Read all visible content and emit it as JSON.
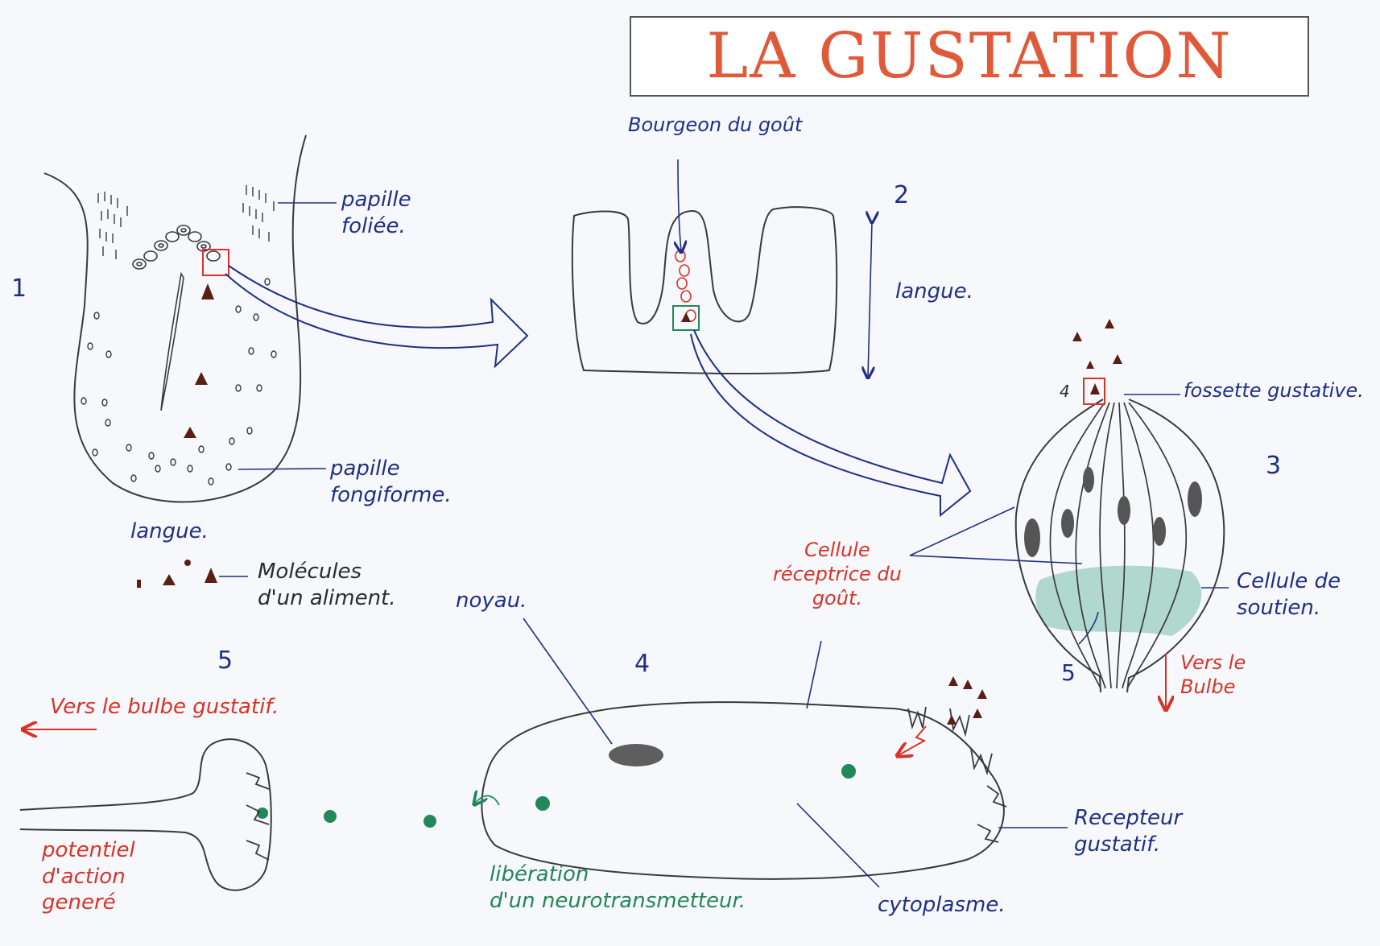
{
  "title": "LA GUSTATION",
  "colors": {
    "title": "#e05a3a",
    "pencil": "#3a3a3a",
    "ink_blue": "#1f2f86",
    "ink_red": "#d8332a",
    "ink_green": "#22875a",
    "molecule": "#5a1e14",
    "support_cell": "#9fd0c4"
  },
  "panels": {
    "p1": {
      "number": "1",
      "tongue_label": "langue.",
      "foliate_papilla": "papille\nfoliée.",
      "fungiform_papilla": "papille\nfongiforme.",
      "molecules": "Molécules\nd'un aliment."
    },
    "p2": {
      "number": "2",
      "taste_bud": "Bourgeon du goût",
      "tongue_label": "langue."
    },
    "p3": {
      "number": "3",
      "taste_pore": "fossette gustative.",
      "receptor_cell": "Cellule\nréceptrice du\ngoût.",
      "support_cell": "Cellule de\nsoutien.",
      "to_bulb": "Vers le\nBulbe",
      "zoom_marker_top": "4",
      "zoom_marker_bottom": "5"
    },
    "p4": {
      "number": "4",
      "nucleus": "noyau.",
      "receptor": "Recepteur\ngustatif.",
      "cytoplasm": "cytoplasme.",
      "release": "libération\nd'un neurotransmetteur."
    },
    "p5": {
      "number": "5",
      "to_gustatory_bulb": "Vers le bulbe gustatif.",
      "action_potential": "potentiel\nd'action\ngeneré"
    }
  }
}
